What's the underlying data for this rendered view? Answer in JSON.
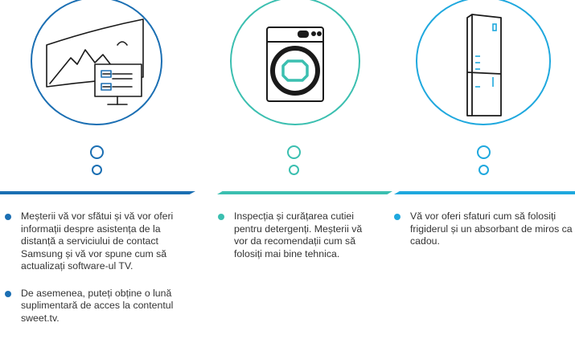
{
  "colors": {
    "col1_accent": "#1b6fb3",
    "col2_accent": "#3bbfb0",
    "col3_accent": "#1fa8de",
    "icon_stroke": "#1a1a1a"
  },
  "columns": [
    {
      "icon": "curved-tv-with-monitor-icon",
      "items": [
        "Meșterii vă vor sfătui și vă vor oferi informații despre asistența de la distanță  a serviciului de contact Samsung și vă vor spune cum să actualizați software-ul TV.",
        "De asemenea, puteți obține o lună suplimentară de acces la contentul sweet.tv."
      ]
    },
    {
      "icon": "washing-machine-icon",
      "items": [
        "Inspecția și curățarea cutiei pentru detergenți. Meșterii vă vor da recomendații cum să folosiți mai bine tehnica."
      ]
    },
    {
      "icon": "refrigerator-icon",
      "items": [
        "Vă vor oferi sfaturi cum să folosiți frigiderul și un absorbant de miros ca cadou."
      ]
    }
  ]
}
